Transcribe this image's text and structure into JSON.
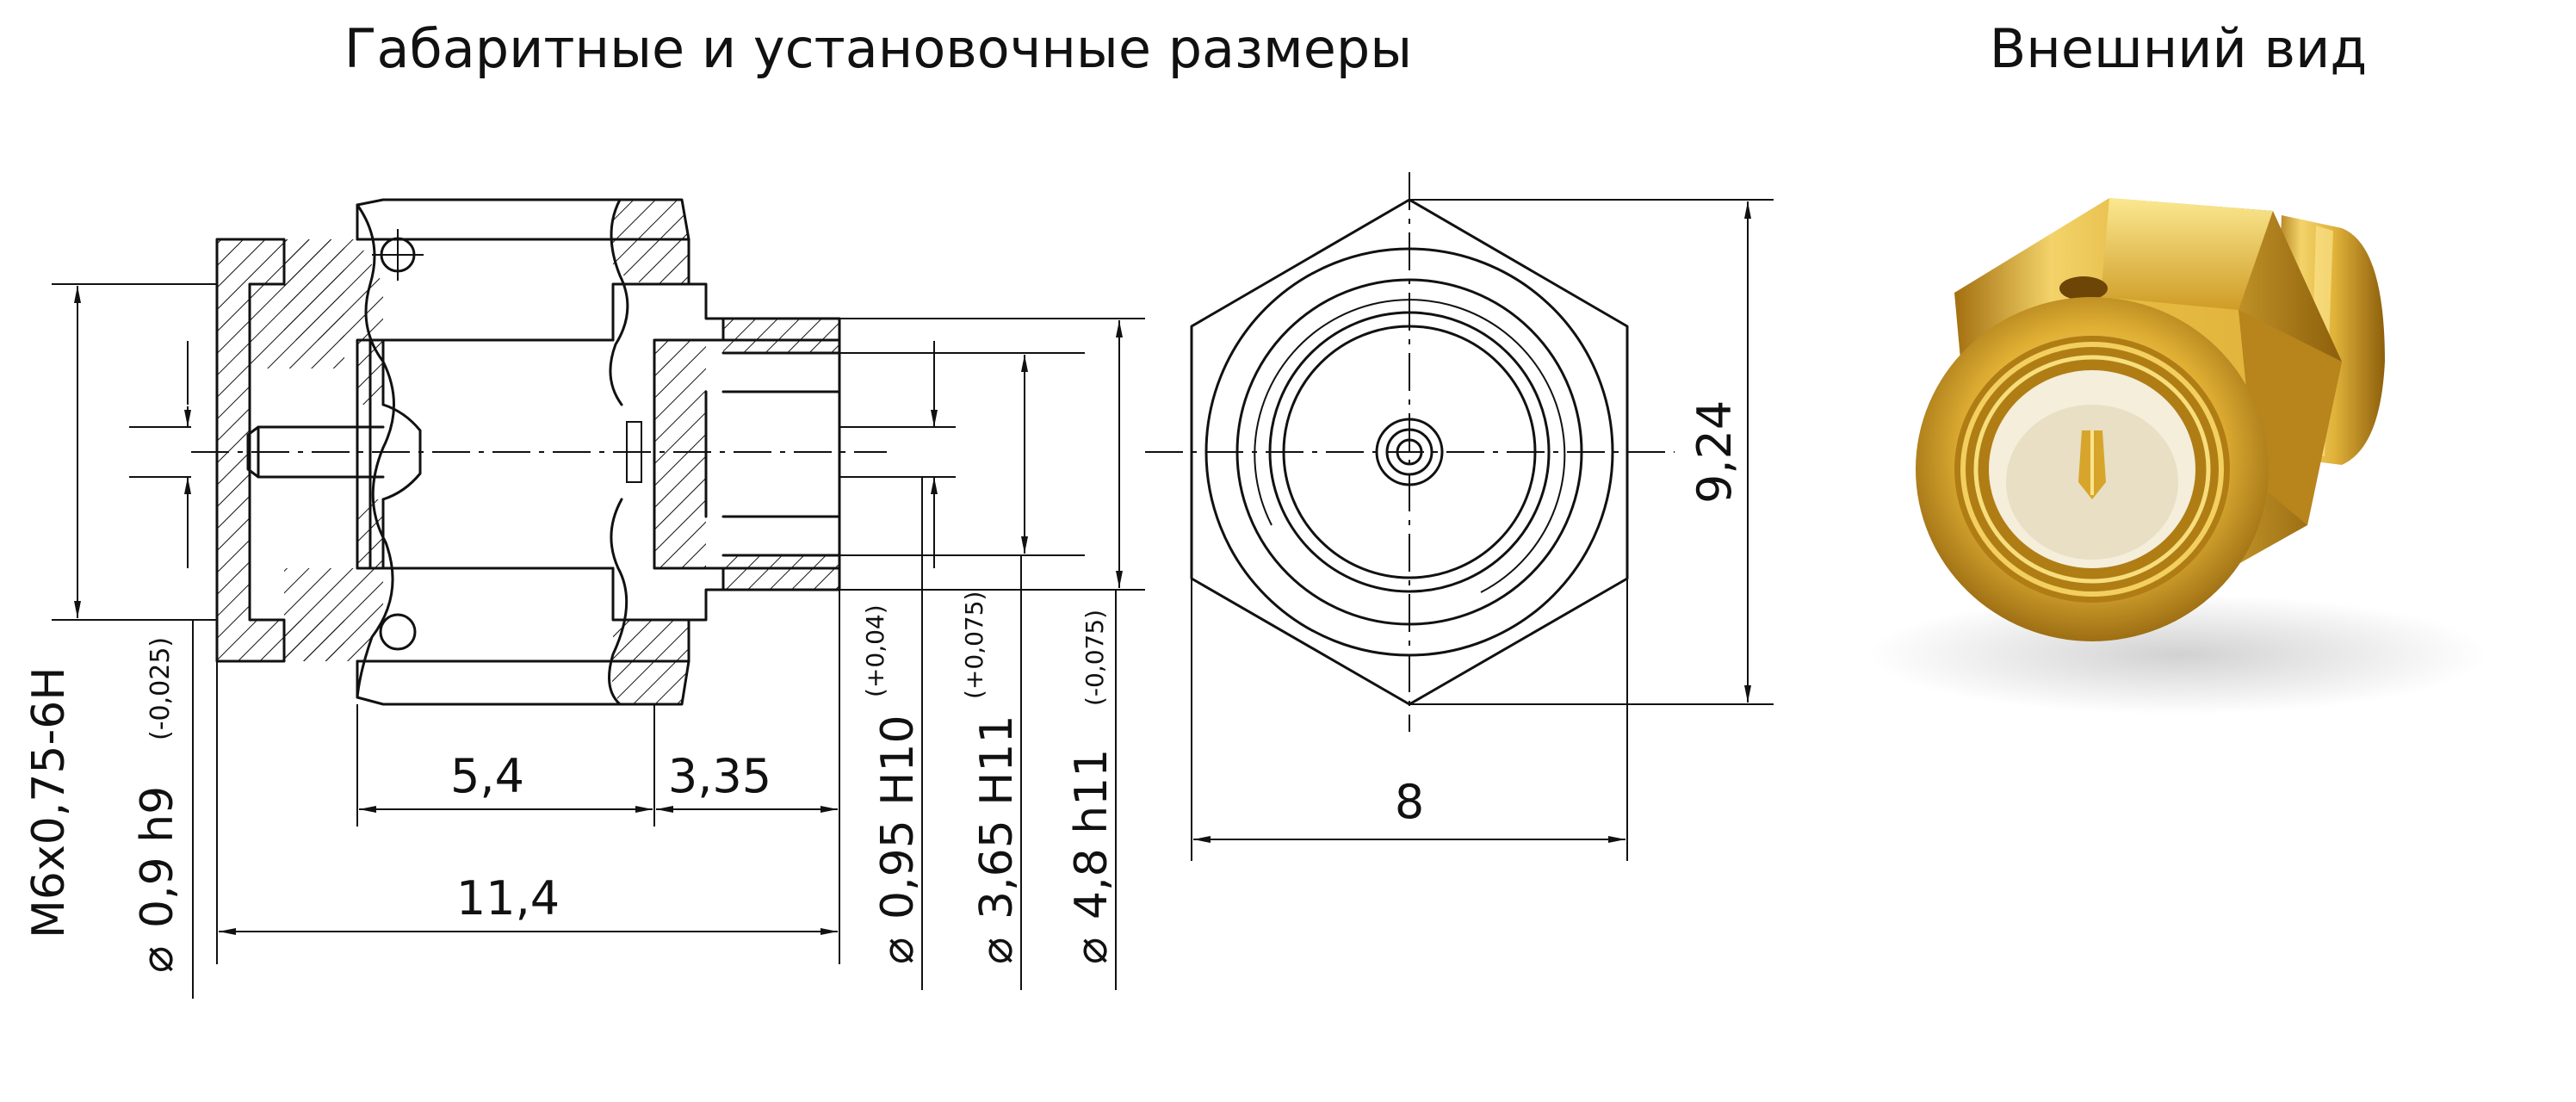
{
  "headings": {
    "drawing": "Габаритные и установочные размеры",
    "photo": "Внешний вид"
  },
  "dimensions": {
    "thread": "M6x0,75-6H",
    "pin_dia": "0,9 h9",
    "pin_tol": "(-0,025)",
    "len_a": "5,4",
    "len_b": "3,35",
    "len_total": "11,4",
    "bore1": "0,95 H10",
    "bore1_tol": "(+0,04)",
    "bore2": "3,65 H11",
    "bore2_tol": "(+0,075)",
    "outer": "4,8 h11",
    "outer_tol": "(-0,075)",
    "hex_width": "8",
    "hex_corner": "9,24"
  },
  "symbols": {
    "diameter": "⌀"
  },
  "colors": {
    "line": "#111111",
    "gold_light": "#f6dd74",
    "gold_mid": "#dcae2f",
    "gold_dark": "#9a6a0e"
  }
}
